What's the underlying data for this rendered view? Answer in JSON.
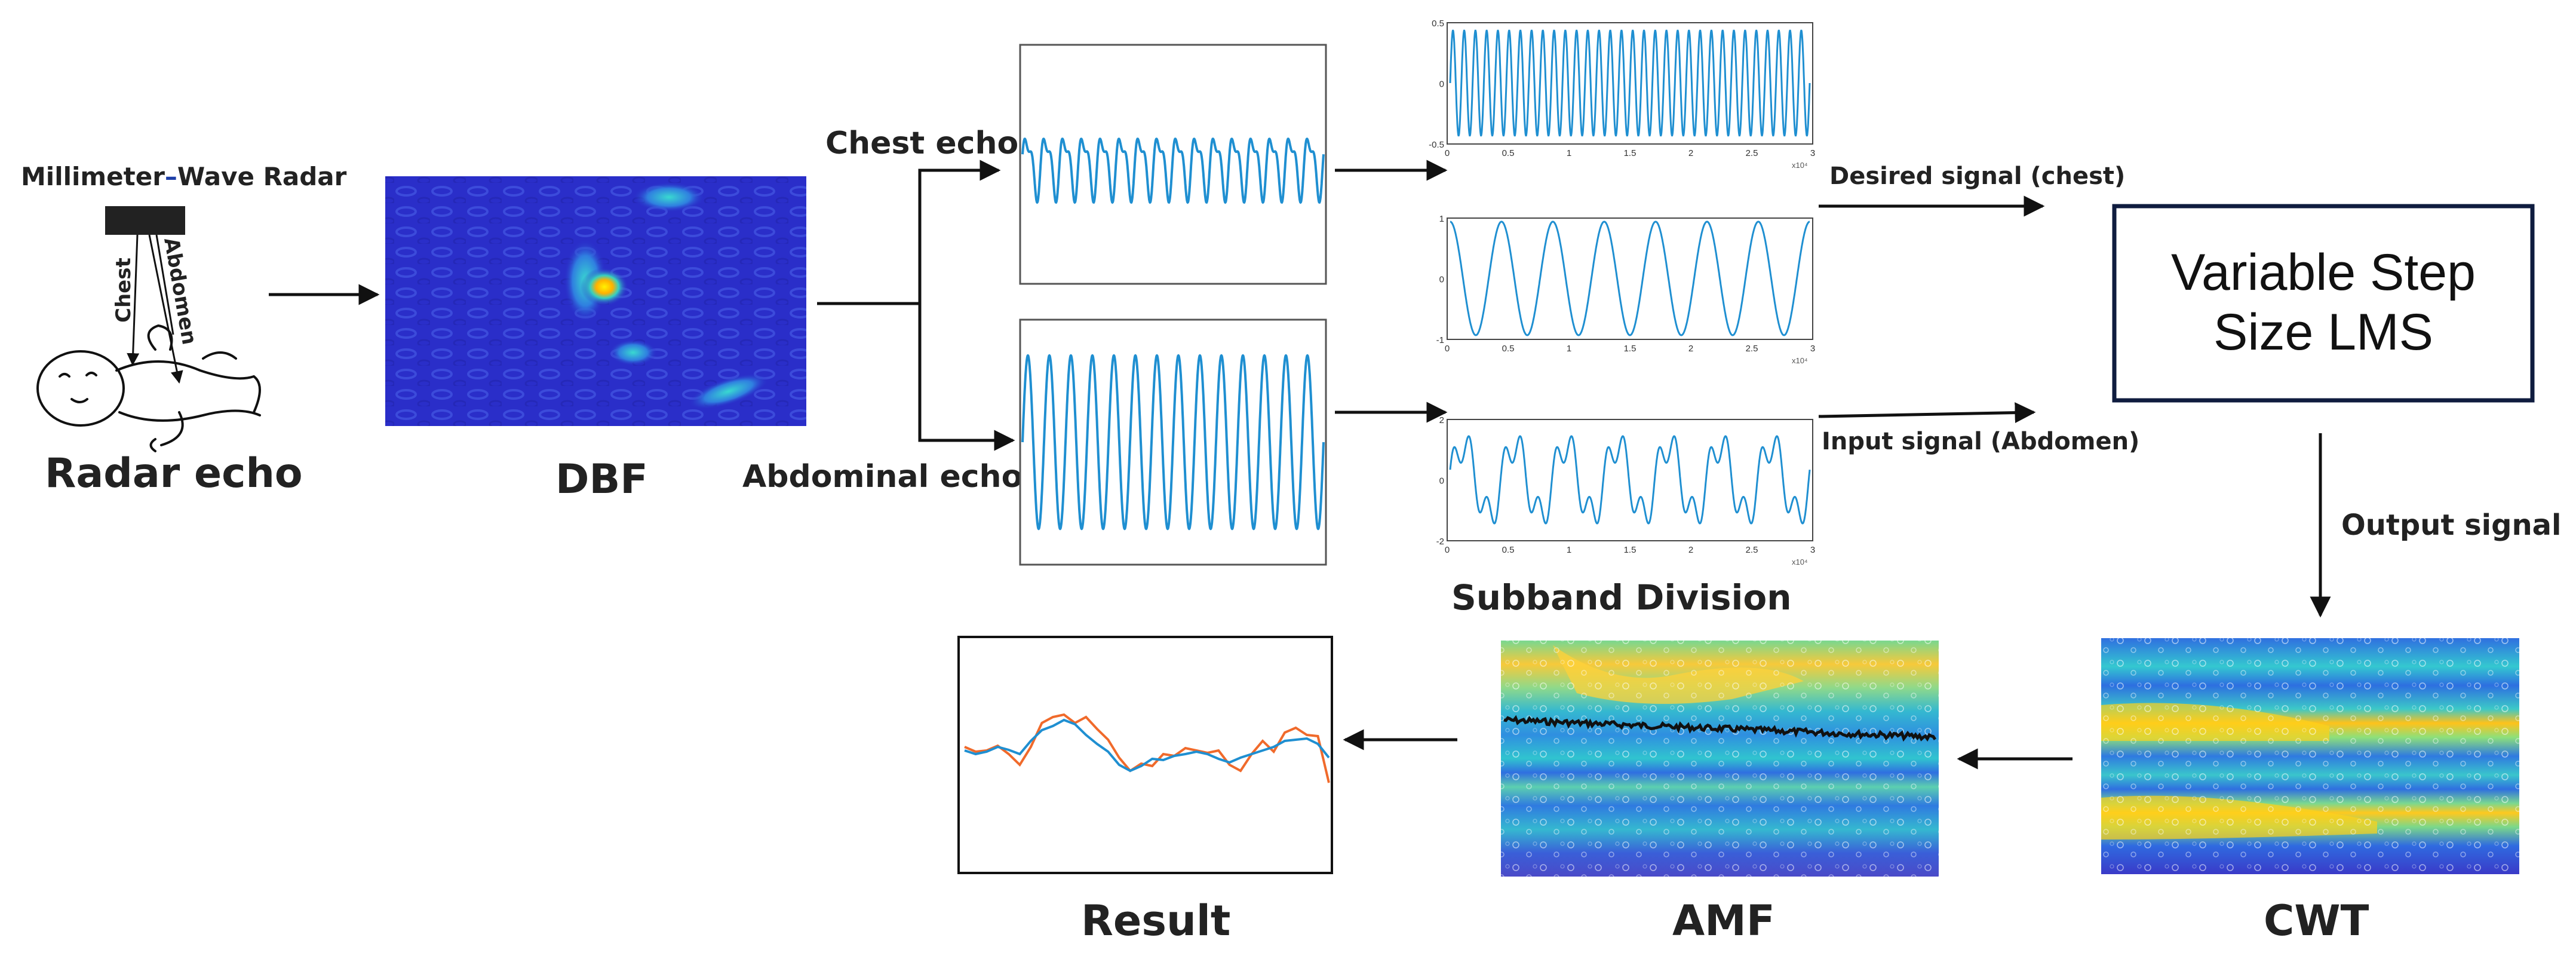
{
  "labels": {
    "radar": "Millimeter",
    "radar_dash": "–",
    "radar2": "Wave Radar",
    "chest": "Chest",
    "abdomen": "Abdomen",
    "radar_echo": "Radar echo",
    "dbf": "DBF",
    "chest_echo": "Chest echo",
    "abdominal_echo": "Abdominal echo",
    "desired": "Desired signal (chest)",
    "input": "Input signal (Abdomen)",
    "lms_line1": "Variable Step",
    "lms_line2": "Size LMS",
    "output": "Output signal",
    "subband": "Subband Division",
    "cwt": "CWT",
    "amf": "AMF",
    "result": "Result"
  },
  "subband_plots": [
    {
      "yticks": [
        "0.5",
        "0",
        "-0.5"
      ],
      "xticks": [
        "0",
        "0.5",
        "1",
        "1.5",
        "2",
        "2.5",
        "3"
      ],
      "sci": "x10⁴"
    },
    {
      "yticks": [
        "1",
        "0",
        "-1"
      ],
      "xticks": [
        "0",
        "0.5",
        "1",
        "1.5",
        "2",
        "2.5",
        "3"
      ],
      "sci": "x10⁴"
    },
    {
      "yticks": [
        "2",
        "0",
        "-2"
      ],
      "xticks": [
        "0",
        "0.5",
        "1",
        "1.5",
        "2",
        "2.5",
        "3"
      ],
      "sci": "x10⁴"
    }
  ],
  "colors": {
    "signal": "#1f8fd1",
    "dbf_bg": "#2a2ec9",
    "result_blue": "#1f8fd1",
    "result_orange": "#f06a2b",
    "ridge": "#111111",
    "arrow": "#111111"
  }
}
